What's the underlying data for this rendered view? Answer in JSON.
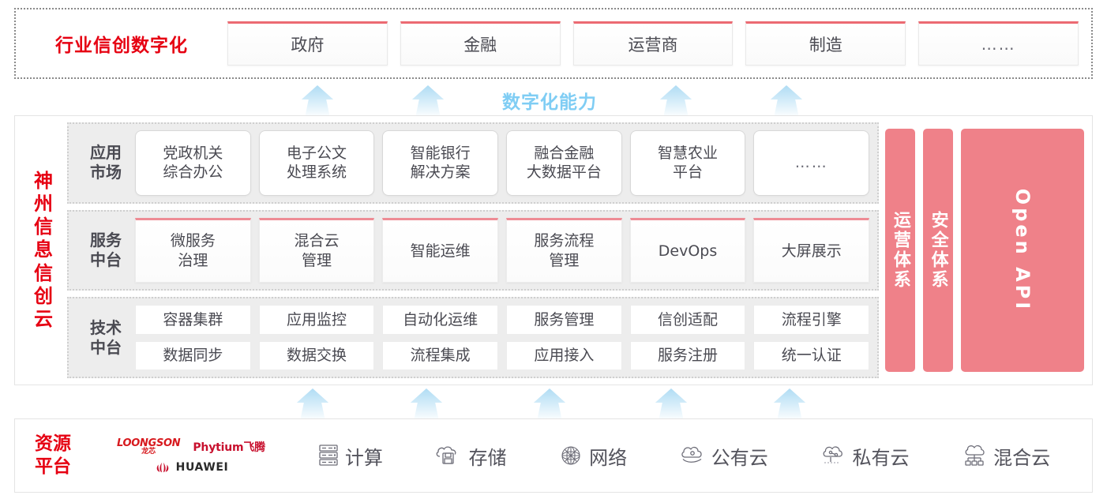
{
  "colors": {
    "brand_red": "#E60012",
    "pink_panel": "#EF8189",
    "pink_accent": "#EE8C95",
    "arrow_blue": "#AFDCF4",
    "capability_label": "#7FCDF4",
    "band_gray": "#EDEDED",
    "text_dark": "#4a4a52"
  },
  "industry": {
    "title": "行业信创数字化",
    "cards": [
      {
        "label": "政府"
      },
      {
        "label": "金融"
      },
      {
        "label": "运营商"
      },
      {
        "label": "制造"
      },
      {
        "label": "……"
      }
    ]
  },
  "capability": {
    "label": "数字化能力",
    "arrow_count_top": 4,
    "arrow_count_bottom": 5,
    "arrow_icon": "arrow-up-icon"
  },
  "cloud": {
    "title": "神州信息信创云",
    "title_chars": [
      "神",
      "州",
      "信",
      "息",
      "信",
      "创",
      "云"
    ],
    "layers": [
      {
        "label": "应用市场",
        "label_lines": [
          "应用",
          "市场"
        ],
        "style": "app",
        "cells": [
          {
            "lines": [
              "党政机关",
              "综合办公"
            ]
          },
          {
            "lines": [
              "电子公文",
              "处理系统"
            ]
          },
          {
            "lines": [
              "智能银行",
              "解决方案"
            ]
          },
          {
            "lines": [
              "融合金融",
              "大数据平台"
            ]
          },
          {
            "lines": [
              "智慧农业",
              "平台"
            ]
          },
          {
            "lines": [
              "……"
            ],
            "dots": true
          }
        ]
      },
      {
        "label": "服务中台",
        "label_lines": [
          "服务",
          "中台"
        ],
        "style": "svc",
        "cells": [
          {
            "lines": [
              "微服务",
              "治理"
            ]
          },
          {
            "lines": [
              "混合云",
              "管理"
            ]
          },
          {
            "lines": [
              "智能运维"
            ]
          },
          {
            "lines": [
              "服务流程",
              "管理"
            ]
          },
          {
            "lines": [
              "DevOps"
            ]
          },
          {
            "lines": [
              "大屏展示"
            ]
          }
        ]
      },
      {
        "label": "技术中台",
        "label_lines": [
          "技术",
          "中台"
        ],
        "style": "tech",
        "rows": [
          [
            {
              "lines": [
                "容器集群"
              ]
            },
            {
              "lines": [
                "应用监控"
              ]
            },
            {
              "lines": [
                "自动化运维"
              ]
            },
            {
              "lines": [
                "服务管理"
              ]
            },
            {
              "lines": [
                "信创适配"
              ]
            },
            {
              "lines": [
                "流程引擎"
              ]
            }
          ],
          [
            {
              "lines": [
                "数据同步"
              ]
            },
            {
              "lines": [
                "数据交换"
              ]
            },
            {
              "lines": [
                "流程集成"
              ]
            },
            {
              "lines": [
                "应用接入"
              ]
            },
            {
              "lines": [
                "服务注册"
              ]
            },
            {
              "lines": [
                "统一认证"
              ]
            }
          ]
        ]
      }
    ],
    "vertical_panels": [
      {
        "label": "运营体系",
        "chars": [
          "运",
          "营",
          "体",
          "系"
        ],
        "type": "cn"
      },
      {
        "label": "安全体系",
        "chars": [
          "安",
          "全",
          "体",
          "系"
        ],
        "type": "cn"
      },
      {
        "label": "Open API",
        "type": "en"
      }
    ]
  },
  "resource": {
    "title": "资源平台",
    "title_lines": [
      "资源",
      "平台"
    ],
    "vendors": [
      {
        "name": "LOONGSON",
        "name_cn": "龙芯",
        "icon": "loongson-logo"
      },
      {
        "name": "Phytium飞腾",
        "icon": "phytium-logo"
      },
      {
        "name": "HUAWEI",
        "icon": "huawei-logo"
      }
    ],
    "items": [
      {
        "label": "计算",
        "icon": "server-rack-icon"
      },
      {
        "label": "存储",
        "icon": "cloud-storage-icon"
      },
      {
        "label": "网络",
        "icon": "network-mesh-icon"
      },
      {
        "label": "公有云",
        "icon": "public-cloud-icon"
      },
      {
        "label": "私有云",
        "icon": "private-cloud-icon"
      },
      {
        "label": "混合云",
        "icon": "hybrid-cloud-icon"
      }
    ]
  }
}
